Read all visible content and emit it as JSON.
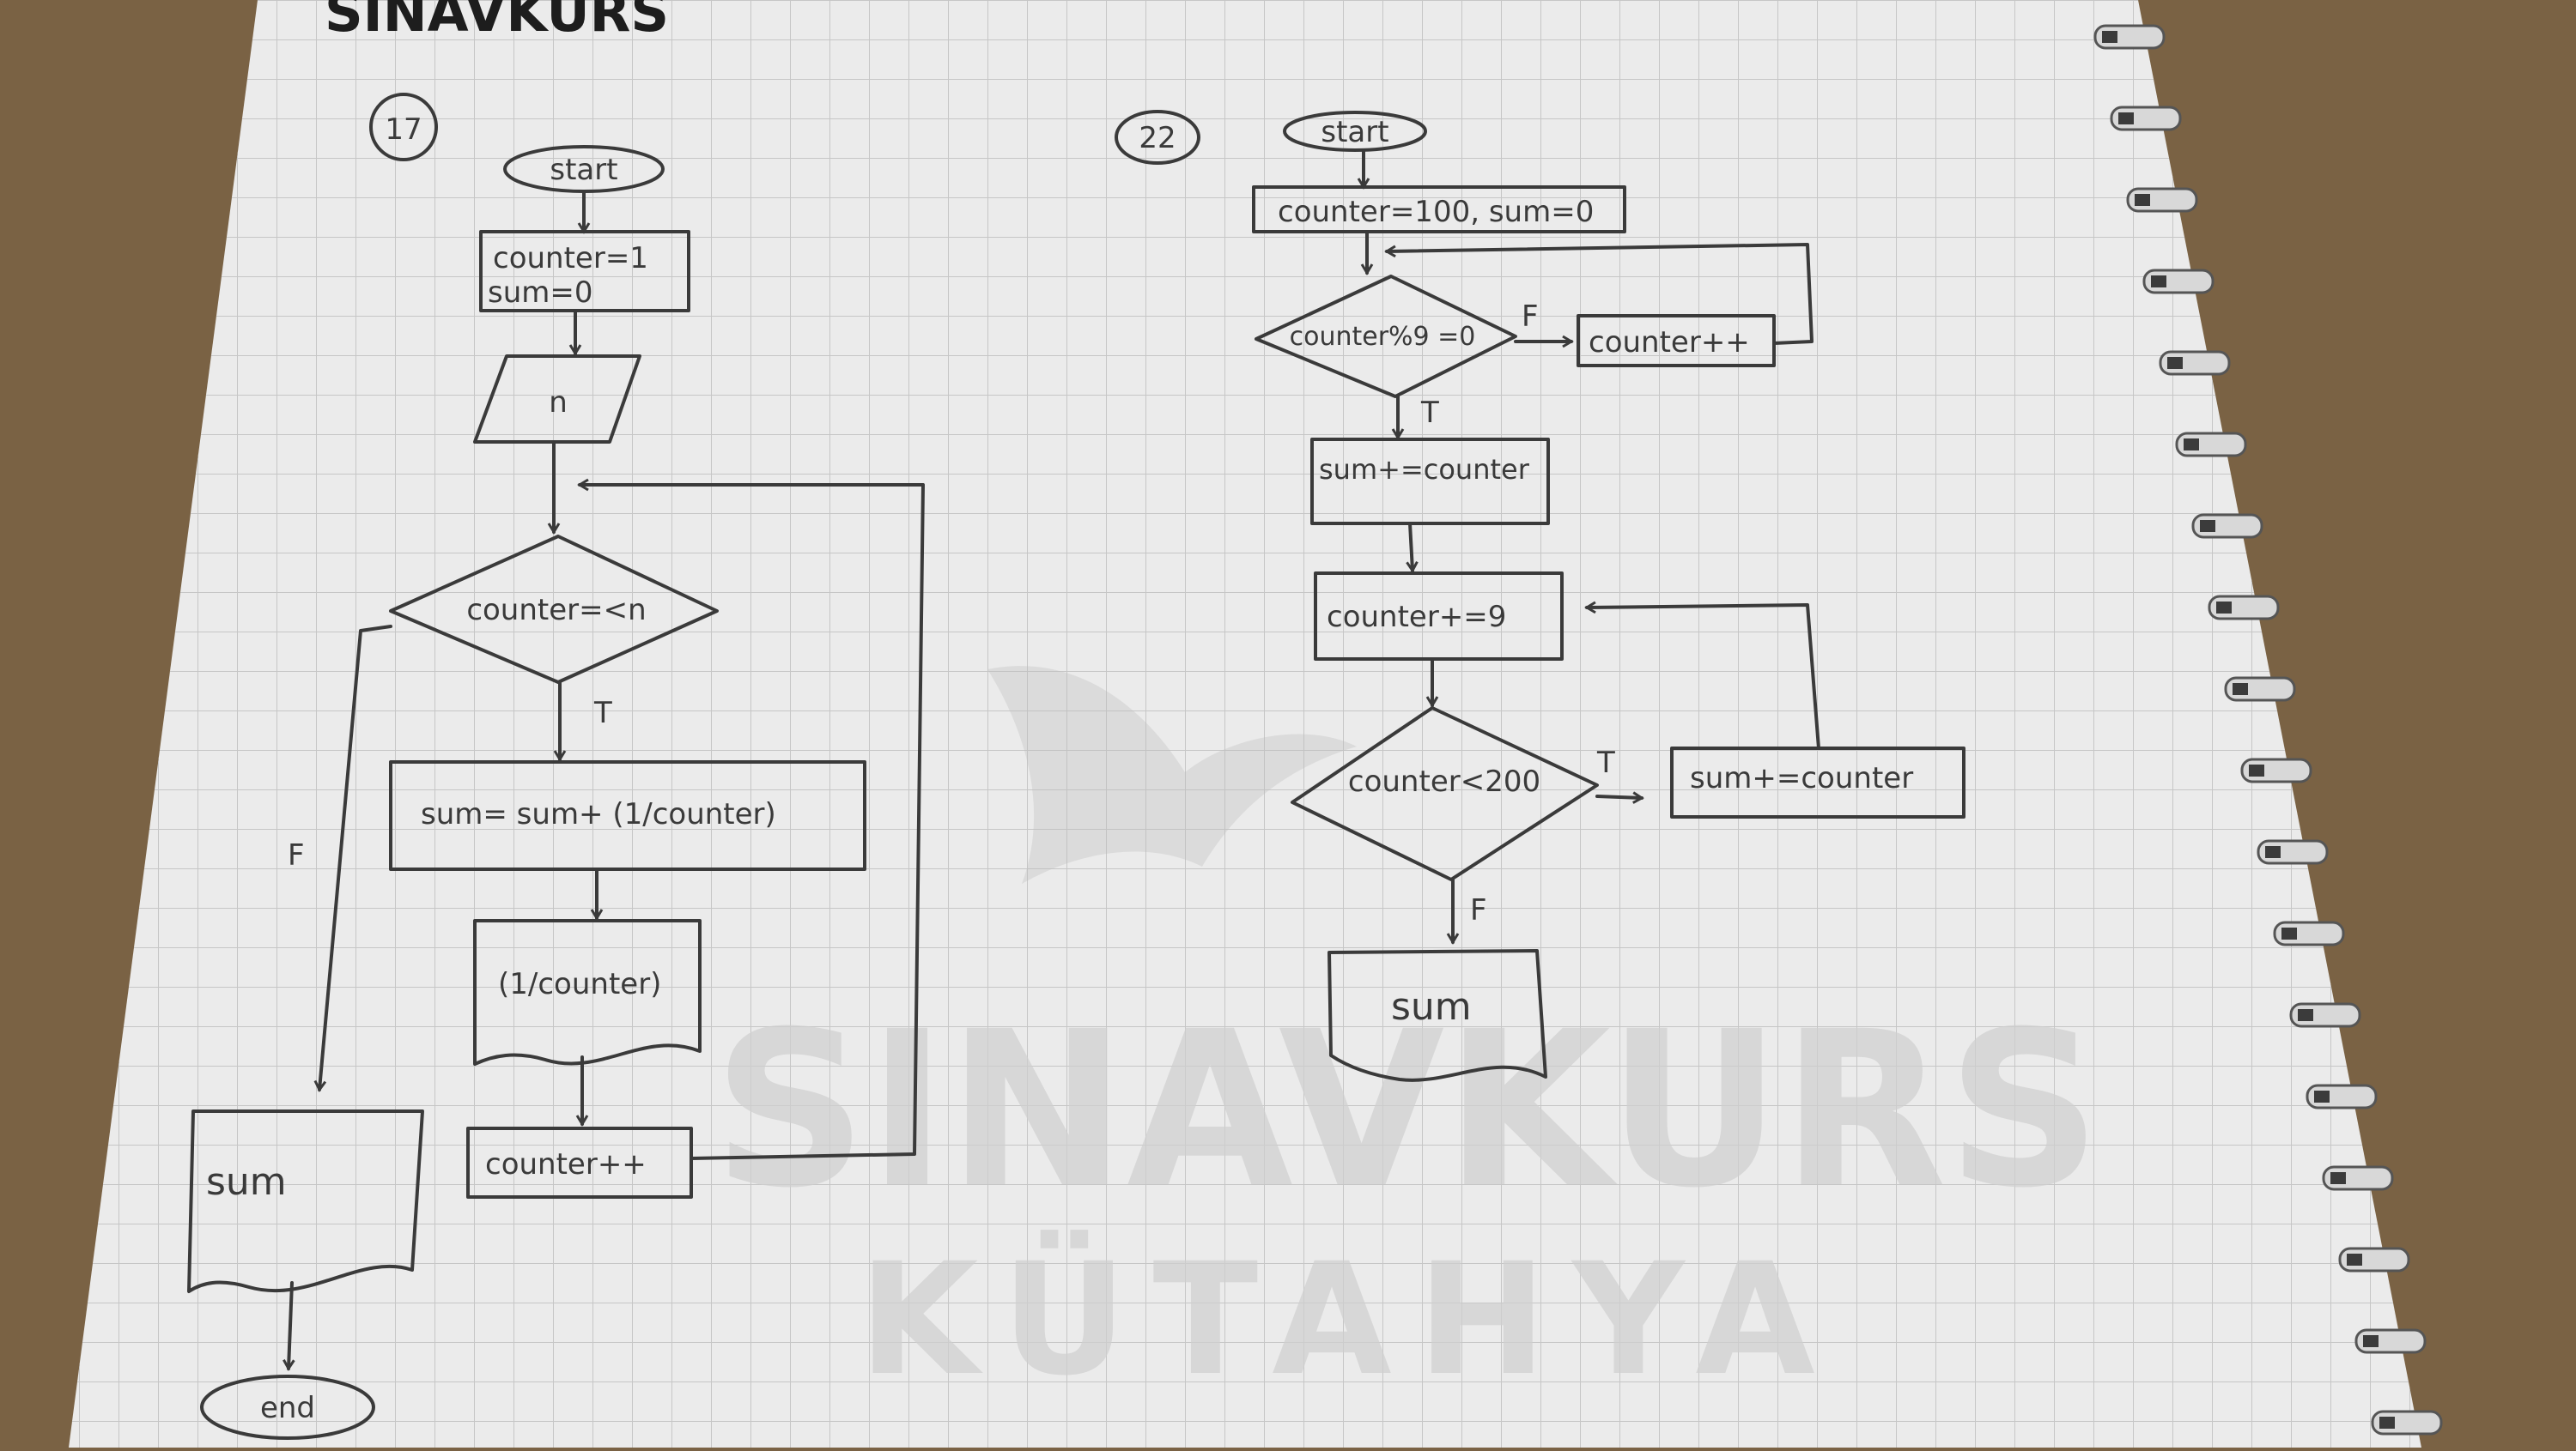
{
  "notebook": {
    "header_brand": "SINAVKURS",
    "watermark_line1": "SINAVKURS",
    "watermark_line2": "KÜTAHYA"
  },
  "flowchart_17": {
    "number": "17",
    "start": "start",
    "init_line1": "counter=1",
    "init_line2": "sum=0",
    "input": "n",
    "condition": "counter=<n",
    "true_label": "T",
    "false_label": "F",
    "sum_step": "sum= sum+ (1/counter)",
    "output_step": "(1/counter)",
    "increment": "counter++",
    "output_sum": "sum",
    "end": "end"
  },
  "flowchart_22": {
    "number": "22",
    "start": "start",
    "init": "counter=100, sum=0",
    "condition1": "counter%9 =0",
    "false_label1": "F",
    "true_label1": "T",
    "increment1": "counter++",
    "sum_step1": "sum+=counter",
    "increment9": "counter+=9",
    "condition2": "counter<200",
    "true_label2": "T",
    "false_label2": "F",
    "sum_step2": "sum+=counter",
    "output": "sum"
  },
  "colors": {
    "paper": "#ebebeb",
    "grid": "#c6c6c6",
    "ink": "#3a3a3a",
    "desk": "#7a6244",
    "watermark": "#bdbdbd"
  }
}
